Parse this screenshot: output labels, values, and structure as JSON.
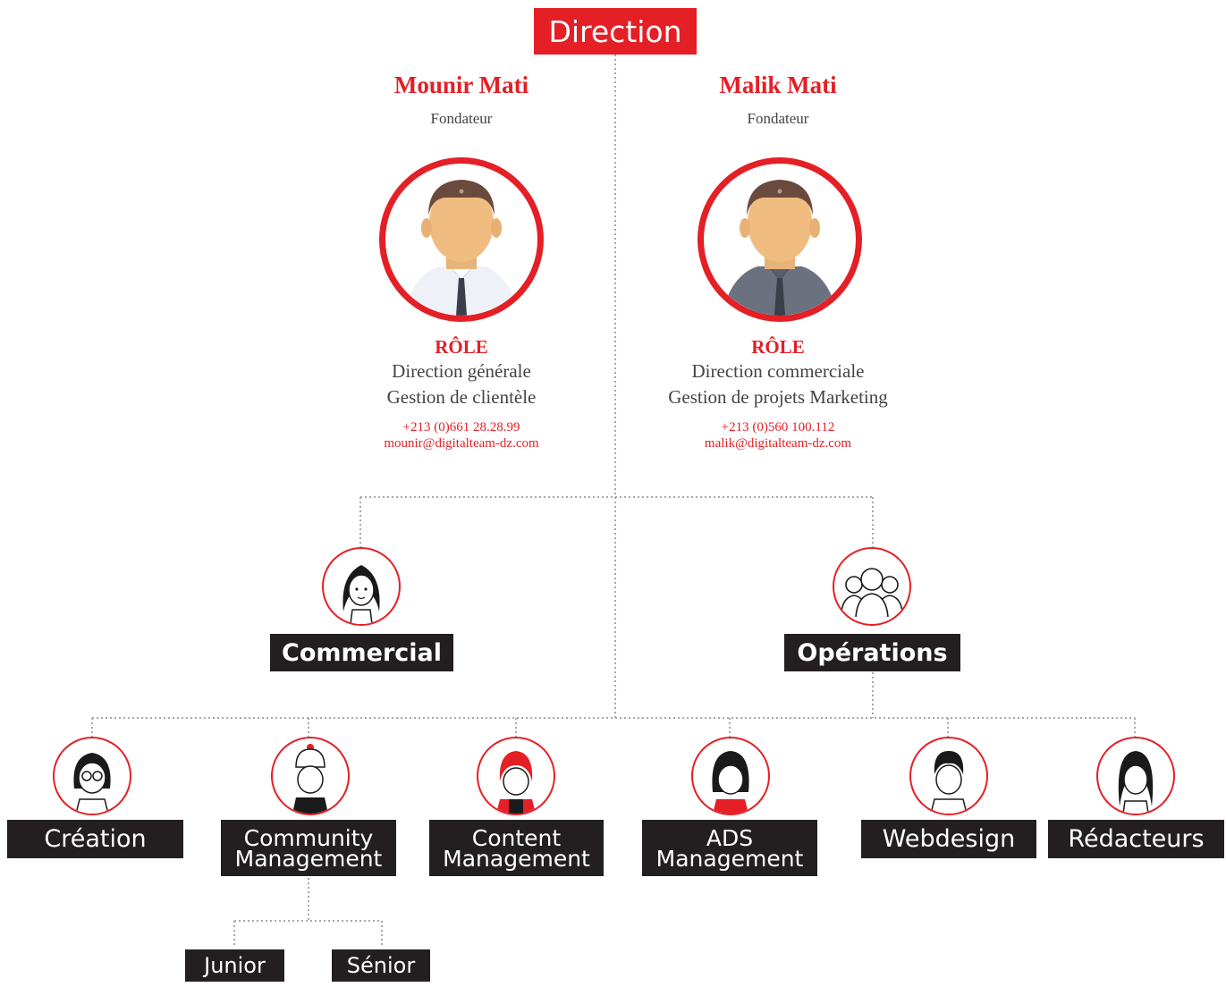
{
  "direction": {
    "title": "Direction"
  },
  "founders": [
    {
      "name": "Mounir Mati",
      "title": "Fondateur",
      "role_label": "RÔLE",
      "roles": [
        "Direction générale",
        "Gestion de clientèle"
      ],
      "phone": "+213 (0)661 28.28.99",
      "email": "mounir@digitalteam-dz.com"
    },
    {
      "name": "Malik Mati",
      "title": "Fondateur",
      "role_label": "RÔLE",
      "roles": [
        "Direction commerciale",
        "Gestion de projets Marketing"
      ],
      "phone": "+213 (0)560 100.112",
      "email": "malik@digitalteam-dz.com"
    }
  ],
  "departments": [
    {
      "label": "Commercial"
    },
    {
      "label": "Opérations"
    }
  ],
  "teams": [
    {
      "label": "Création"
    },
    {
      "line1": "Community",
      "line2": "Management"
    },
    {
      "line1": "Content",
      "line2": "Management"
    },
    {
      "line1": "ADS",
      "line2": "Management"
    },
    {
      "label": "Webdesign"
    },
    {
      "label": "Rédacteurs"
    }
  ],
  "levels": [
    {
      "label": "Junior"
    },
    {
      "label": "Sénior"
    }
  ],
  "colors": {
    "accent": "#e41f26",
    "dark": "#231f20",
    "connector": "#a8a8a8"
  }
}
